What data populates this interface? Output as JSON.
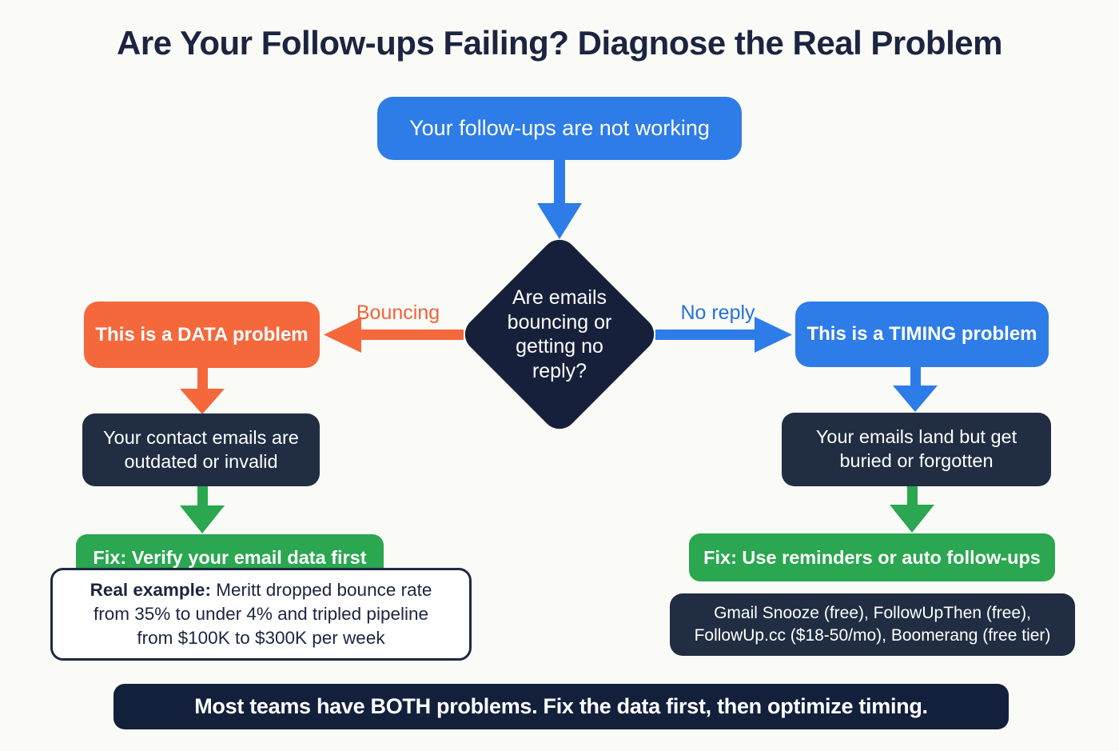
{
  "title": "Are Your Follow-ups Failing? Diagnose the Real Problem",
  "colors": {
    "blue": "#2d7ce8",
    "orange": "#f4683c",
    "green": "#2aa750",
    "navy_diamond": "#17203a",
    "navy_box": "#202d42",
    "navy_banner": "#13203c",
    "title_text": "#1b2540",
    "background": "#fafaf7"
  },
  "flow": {
    "start": {
      "label": "Your follow-ups are not working"
    },
    "decision": {
      "label": "Are emails bouncing or getting no reply?"
    },
    "left": {
      "edge_label": "Bouncing",
      "problem": "This is a DATA problem",
      "cause_lines": [
        "Your contact emails are",
        "outdated or invalid"
      ],
      "fix": "Fix: Verify your email data first",
      "example": {
        "prefix": "Real example:",
        "line1_rest": "Meritt dropped bounce rate",
        "line2": "from 35% to under 4% and tripled pipeline",
        "line3": "from $100K to $300K per week"
      }
    },
    "right": {
      "edge_label": "No reply",
      "problem": "This is a TIMING problem",
      "cause_lines": [
        "Your emails land but get",
        "buried or forgotten"
      ],
      "fix": "Fix: Use reminders or auto follow-ups",
      "tools_lines": [
        "Gmail Snooze (free), FollowUpThen (free),",
        "FollowUp.cc ($18-50/mo), Boomerang (free tier)"
      ]
    },
    "footer": "Most teams have BOTH problems. Fix the data first, then optimize timing."
  }
}
